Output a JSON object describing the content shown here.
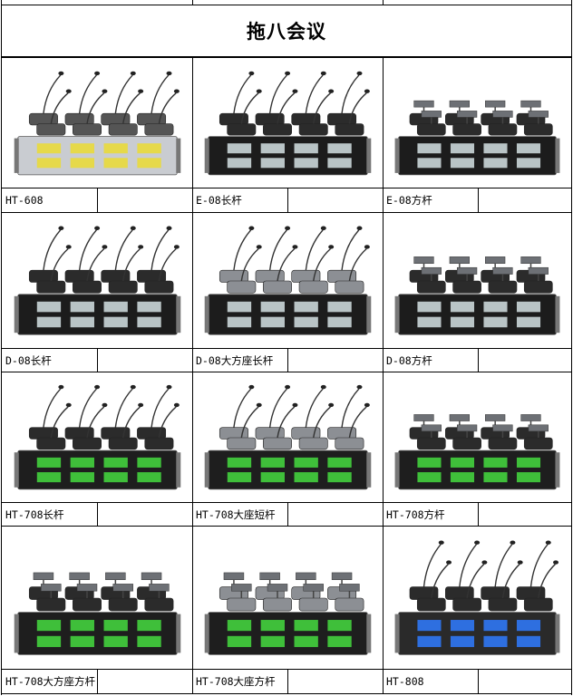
{
  "title": "拖八会议",
  "products": [
    {
      "name": "HT-608",
      "style": "gooseneck",
      "base": "round",
      "rack": "silver"
    },
    {
      "name": "E-08长杆",
      "style": "gooseneck",
      "base": "black",
      "rack": "black"
    },
    {
      "name": "E-08方杆",
      "style": "square",
      "base": "black",
      "rack": "black"
    },
    {
      "name": "D-08长杆",
      "style": "gooseneck",
      "base": "black",
      "rack": "black"
    },
    {
      "name": "D-08大方座长杆",
      "style": "gooseneck",
      "base": "grey",
      "rack": "black"
    },
    {
      "name": "D-08方杆",
      "style": "square",
      "base": "black",
      "rack": "black"
    },
    {
      "name": "HT-708长杆",
      "style": "gooseneck",
      "base": "black",
      "rack": "green"
    },
    {
      "name": "HT-708大座短杆",
      "style": "gooseneck",
      "base": "grey",
      "rack": "green"
    },
    {
      "name": "HT-708方杆",
      "style": "square",
      "base": "black",
      "rack": "green"
    },
    {
      "name": "HT-708大方座方杆",
      "style": "square",
      "base": "black",
      "rack": "green"
    },
    {
      "name": "HT-708大座方杆",
      "style": "square",
      "base": "grey",
      "rack": "green"
    },
    {
      "name": "HT-808",
      "style": "gooseneck",
      "base": "black",
      "rack": "blue"
    }
  ]
}
